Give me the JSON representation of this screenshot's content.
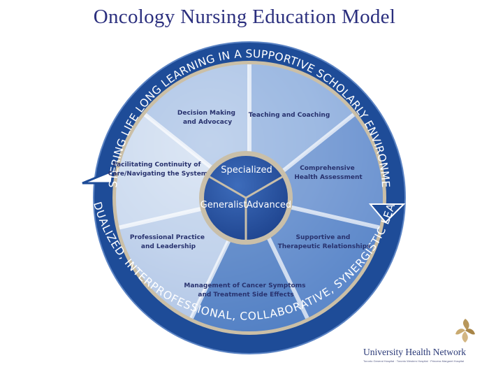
{
  "title": "Oncology Nursing Education Model",
  "outer_ring": {
    "top_text": "FOSTERING LIFE LONG LEARNING IN A SUPPORTIVE SCHOLARLY ENVIRONMENT",
    "bottom_text": "INDIVIDUALIZED, INTERPROFESSIONAL, COLLABORATIVE, SYNERGISTIC LEARNING"
  },
  "segments": [
    {
      "line1": "Teaching and Coaching",
      "line2": ""
    },
    {
      "line1": "Comprehensive",
      "line2": "Health Assessment"
    },
    {
      "line1": "Supportive and",
      "line2": "Therapeutic  Relationships"
    },
    {
      "line1": "Management of Cancer Symptoms",
      "line2": "and Treatment Side Effects"
    },
    {
      "line1": "Professional Practice",
      "line2": "and Leadership"
    },
    {
      "line1": "Facilitating Continuity of",
      "line2": "Care/Navigating the System"
    },
    {
      "line1": "Decision Making",
      "line2": "and Advocacy"
    }
  ],
  "hub": {
    "top": "Specialized",
    "left": "Generalist",
    "right": "Advanced"
  },
  "logo": {
    "name": "University Health Network",
    "hospitals": "Toronto General Hospital · Toronto Western Hospital · Princess Margaret Hospital"
  },
  "colors": {
    "ring": "#1f4f9c",
    "hub": "#2d5aa8",
    "hub_border": "#c8bfae",
    "title": "#2b2f7e"
  }
}
